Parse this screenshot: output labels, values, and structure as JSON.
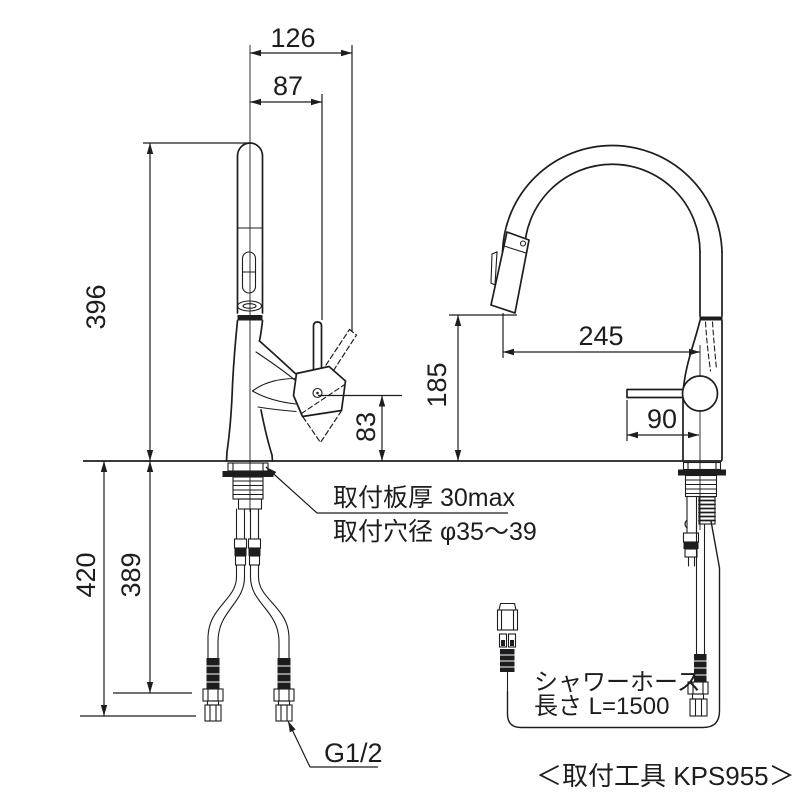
{
  "drawing": {
    "type": "technical dimension drawing",
    "subject": "single-lever pull-down gooseneck kitchen faucet, front view and side view with under-counter supply hoses"
  },
  "dimensions_mm": {
    "top_overall_width": "126",
    "top_spout_offset": "87",
    "height_above_counter": "396",
    "handle_center_height": "83",
    "spout_reach": "245",
    "spout_outlet_height": "185",
    "lever_length": "90",
    "under_counter_total_drop": "420",
    "under_counter_drop_to_nut": "389"
  },
  "annotations": {
    "mounting_plate_thickness": "取付板厚 30max",
    "mounting_hole_diameter": "取付穴径 φ35〜39",
    "connection_thread": "G1/2",
    "shower_hose_name": "シャワーホース",
    "shower_hose_length": "長さ L=1500",
    "installation_tool": "＜取付工具 KPS955＞"
  },
  "colors": {
    "line": "#1d1d1f",
    "background": "#ffffff"
  }
}
